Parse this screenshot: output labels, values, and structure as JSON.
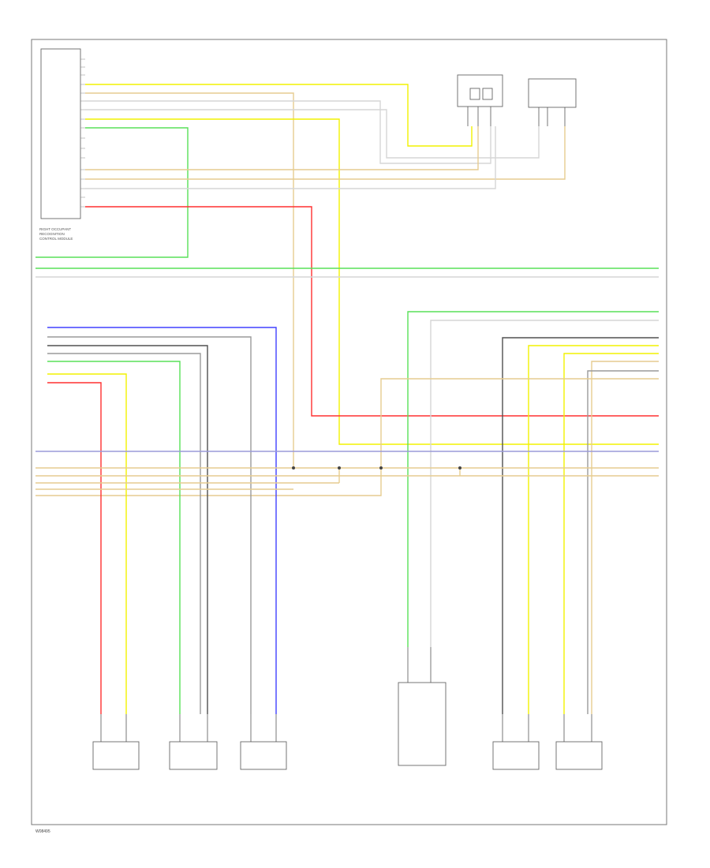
{
  "diagram": {
    "footer_code": "W08495",
    "module_label": [
      "RIGHT OCCUPANT",
      "RECOGNITION",
      "CONTROL MODULE"
    ],
    "colors": {
      "red": "#ff3030",
      "yellow": "#f2f200",
      "green": "#58e058",
      "blue": "#4040ff",
      "gray": "#9a9a9a",
      "white": "#d6d6d6",
      "tan": "#e6cc90",
      "black": "#505050",
      "violet": "#9a9ad8"
    }
  }
}
